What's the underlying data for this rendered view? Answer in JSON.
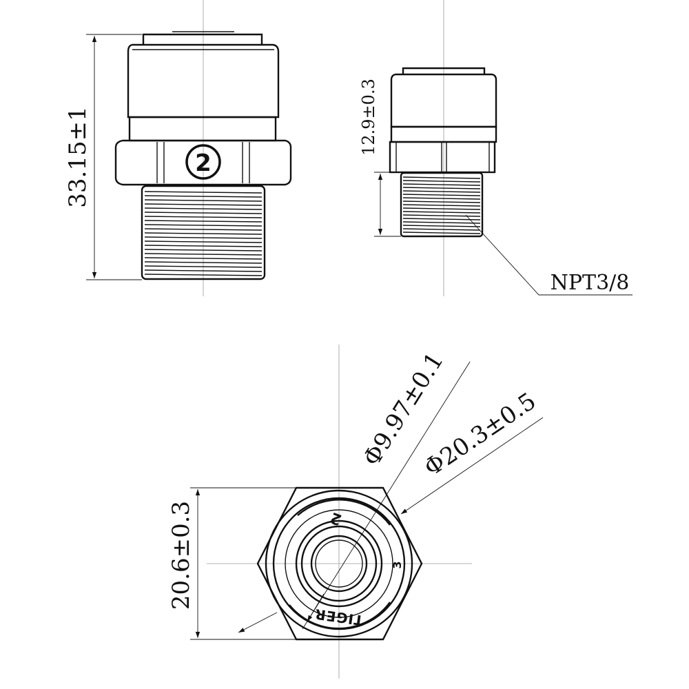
{
  "labels": {
    "height_overall": "33.15±1",
    "height_body": "12.9±0.3",
    "thread_spec": "NPT3/8",
    "dia_inner": "Φ9.97±0.1",
    "dia_outer": "Φ20.3±0.5",
    "hex_flat": "20.6±0.3",
    "badge_number": "2",
    "ring_mark_1": "2",
    "ring_mark_2": "3",
    "ring_brand": "TIGER"
  }
}
